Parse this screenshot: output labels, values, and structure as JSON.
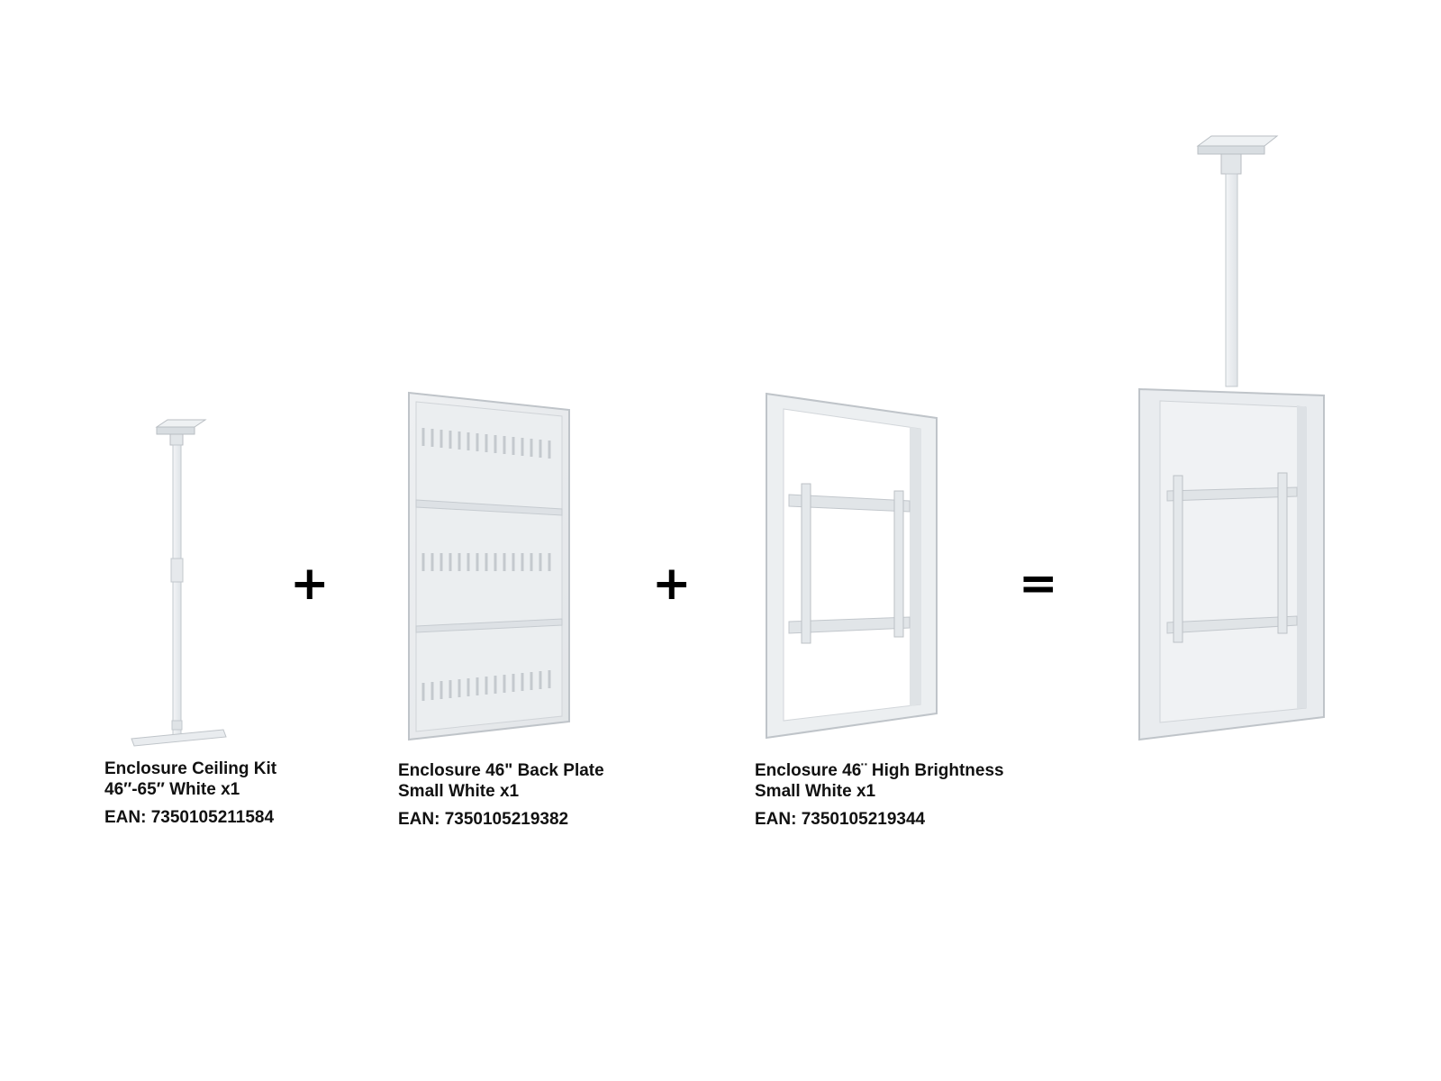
{
  "products": [
    {
      "line1": "Enclosure Ceiling Kit",
      "line2": "46″-65″ White x1",
      "ean": "EAN: 7350105211584",
      "icon": "ceiling-kit"
    },
    {
      "line1": "Enclosure 46\" Back Plate",
      "line2": "Small White x1",
      "ean": "EAN: 7350105219382",
      "icon": "back-plate"
    },
    {
      "line1": "Enclosure 46¨ High Brightness",
      "line2": "Small White x1",
      "ean": "EAN: 7350105219344",
      "icon": "enclosure-frame"
    }
  ],
  "operators": {
    "plus": "+",
    "equals": "="
  },
  "result": {
    "icon": "assembled-enclosure"
  },
  "colors": {
    "product": "#e9ecef",
    "edge": "#c4c9ce",
    "text": "#111111"
  }
}
